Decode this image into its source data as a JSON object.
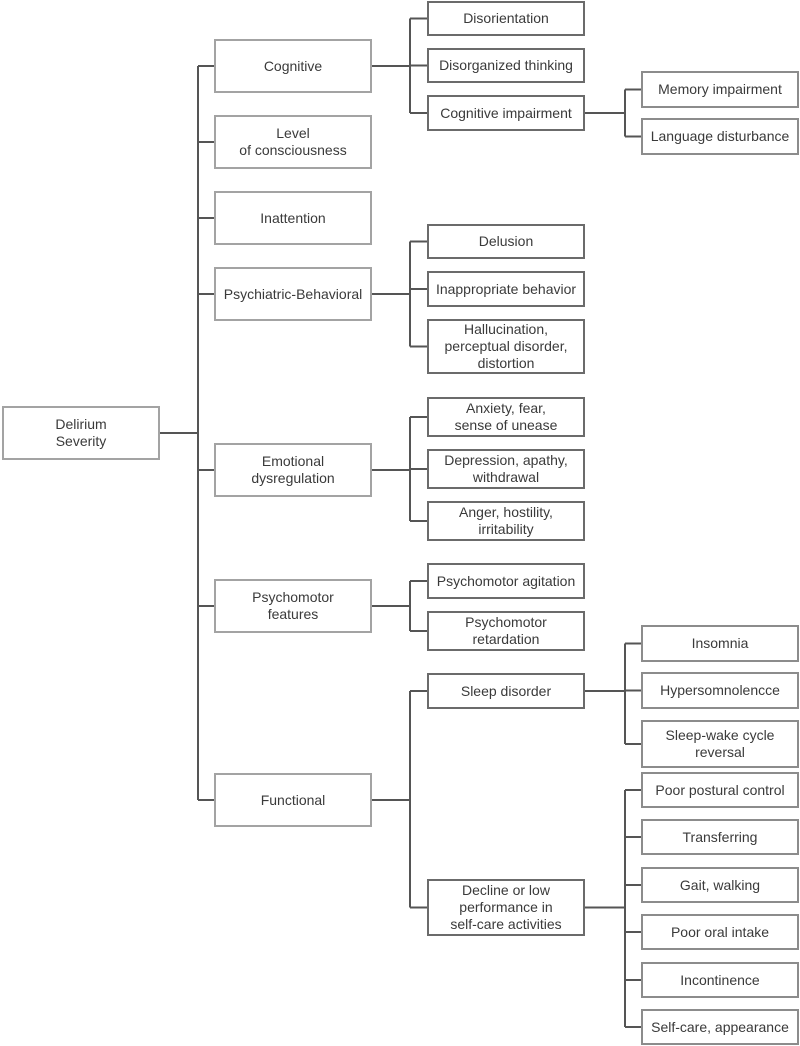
{
  "diagram": {
    "root": {
      "id": "delirium-severity",
      "label": "Delirium\nSeverity"
    },
    "domains": [
      {
        "id": "cognitive",
        "label": "Cognitive",
        "children": [
          {
            "id": "disorientation",
            "label": "Disorientation"
          },
          {
            "id": "disorganized-thinking",
            "label": "Disorganized thinking"
          },
          {
            "id": "cognitive-impairment",
            "label": "Cognitive impairment",
            "children": [
              {
                "id": "memory-impairment",
                "label": "Memory impairment"
              },
              {
                "id": "language-disturbance",
                "label": "Language disturbance"
              }
            ]
          }
        ]
      },
      {
        "id": "level-of-consciousness",
        "label": "Level\nof consciousness"
      },
      {
        "id": "inattention",
        "label": "Inattention"
      },
      {
        "id": "psychiatric-behavioral",
        "label": "Psychiatric-Behavioral",
        "children": [
          {
            "id": "delusion",
            "label": "Delusion"
          },
          {
            "id": "inappropriate-behavior",
            "label": "Inappropriate behavior"
          },
          {
            "id": "hallucination",
            "label": "Hallucination,\nperceptual disorder,\ndistortion"
          }
        ]
      },
      {
        "id": "emotional-dysregulation",
        "label": "Emotional\ndysregulation",
        "children": [
          {
            "id": "anxiety-fear",
            "label": "Anxiety, fear,\nsense of unease"
          },
          {
            "id": "depression-apathy",
            "label": "Depression, apathy,\nwithdrawal"
          },
          {
            "id": "anger-hostility",
            "label": "Anger, hostility,\nirritability"
          }
        ]
      },
      {
        "id": "psychomotor-features",
        "label": "Psychomotor\nfeatures",
        "children": [
          {
            "id": "psychomotor-agitation",
            "label": "Psychomotor agitation"
          },
          {
            "id": "psychomotor-retardation",
            "label": "Psychomotor\nretardation"
          }
        ]
      },
      {
        "id": "functional",
        "label": "Functional",
        "children": [
          {
            "id": "sleep-disorder",
            "label": "Sleep disorder",
            "children": [
              {
                "id": "insomnia",
                "label": "Insomnia"
              },
              {
                "id": "hypersomnolence",
                "label": "Hypersomnolencce"
              },
              {
                "id": "sleep-wake-reversal",
                "label": "Sleep-wake cycle\nreversal"
              }
            ]
          },
          {
            "id": "self-care-decline",
            "label": "Decline or low\nperformance in\nself-care activities",
            "children": [
              {
                "id": "poor-postural-control",
                "label": "Poor postural control"
              },
              {
                "id": "transferring",
                "label": "Transferring"
              },
              {
                "id": "gait-walking",
                "label": "Gait, walking"
              },
              {
                "id": "poor-oral-intake",
                "label": "Poor oral intake"
              },
              {
                "id": "incontinence",
                "label": "Incontinence"
              },
              {
                "id": "self-care-appearance",
                "label": "Self-care, appearance"
              }
            ]
          }
        ]
      }
    ]
  }
}
